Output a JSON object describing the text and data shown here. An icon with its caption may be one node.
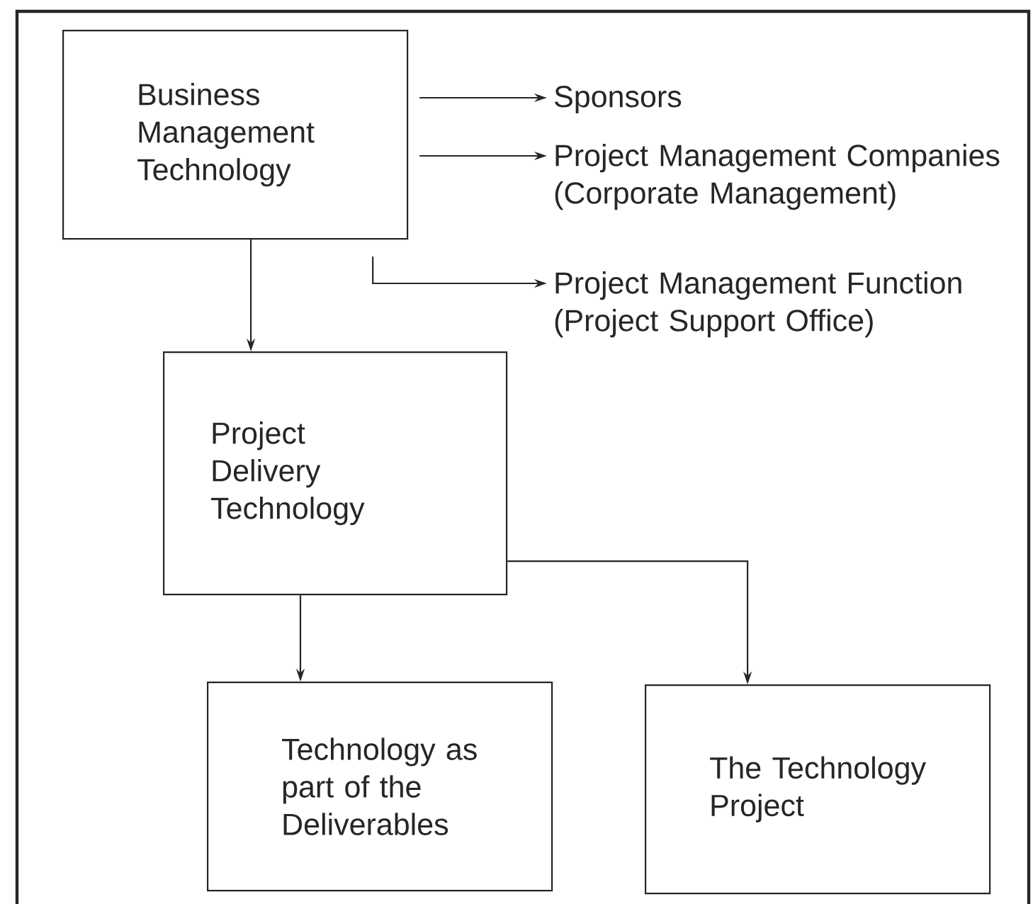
{
  "diagram": {
    "nodes": [
      {
        "text": [
          "Business Management Technology"
        ]
      },
      {
        "text": [
          "Sponsors"
        ]
      },
      {
        "text": [
          "Project Management Companies (Corporate Management)"
        ]
      },
      {
        "text": [
          "Project Management Function (Project Support Office)"
        ]
      },
      {
        "text": [
          "Project Delivery Technology"
        ]
      },
      {
        "text": [
          "Technology as part of the Deliverables"
        ]
      },
      {
        "text": [
          "The Technology Project"
        ]
      }
    ],
    "edges": [
      {
        "from": 0,
        "to": 1,
        "arrow": "to"
      },
      {
        "from": 0,
        "to": 2,
        "arrow": "to"
      },
      {
        "from": 0,
        "to": 3,
        "arrow": "to"
      },
      {
        "from": 0,
        "to": 4,
        "arrow": "to"
      },
      {
        "from": 4,
        "to": 5,
        "arrow": "to"
      },
      {
        "from": 4,
        "to": 6,
        "arrow": "to"
      }
    ]
  }
}
